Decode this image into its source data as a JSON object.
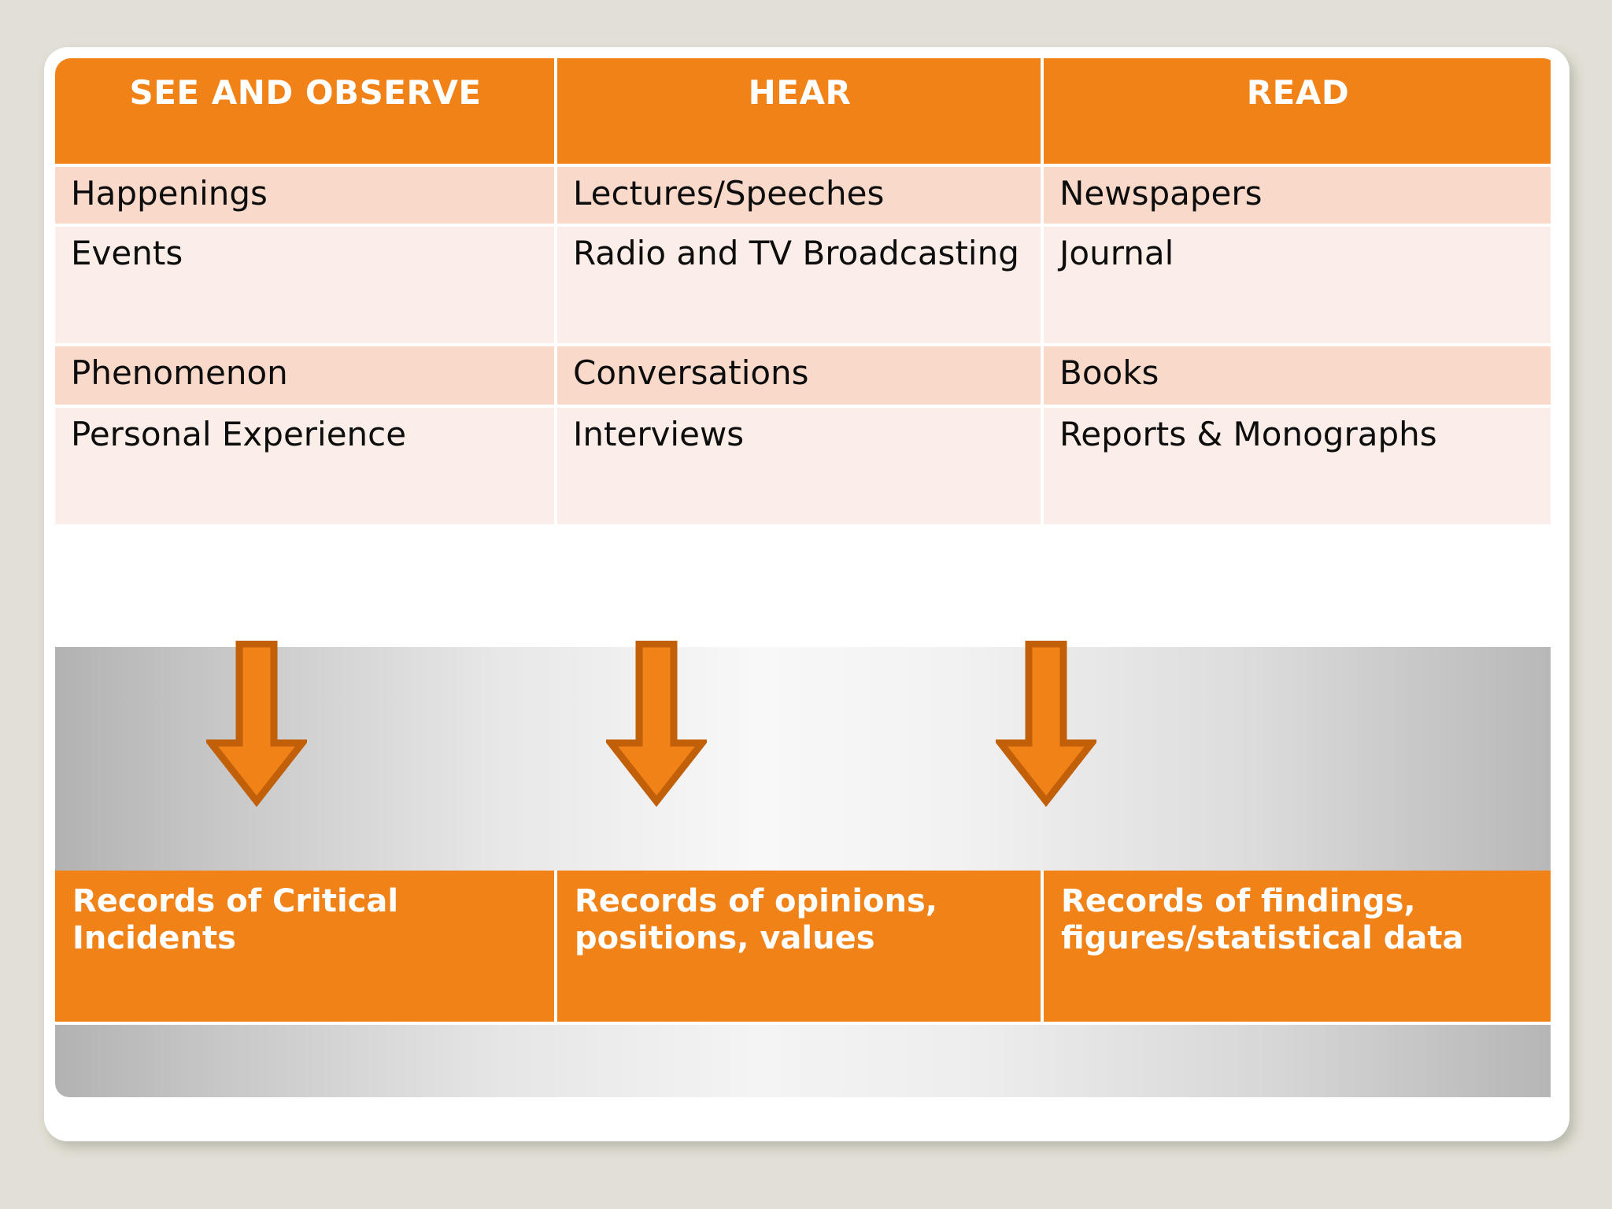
{
  "slide": {
    "background_color": "#e2e0d6",
    "card_color": "#ffffff",
    "accent_color": "#f08217",
    "row_color_odd": "#f8d9ca",
    "row_color_even": "#fbeee9",
    "arrow_fill": "#f08217",
    "arrow_border": "#c2600a"
  },
  "table": {
    "headers": [
      {
        "label": "SEE AND OBSERVE"
      },
      {
        "label": "HEAR"
      },
      {
        "label": "READ"
      }
    ],
    "rows": [
      {
        "see_and_observe": "Happenings",
        "hear": "Lectures/Speeches",
        "read": "Newspapers"
      },
      {
        "see_and_observe": "Events",
        "hear": "Radio and TV Broadcasting",
        "read": "Journal"
      },
      {
        "see_and_observe": "Phenomenon",
        "hear": "Conversations",
        "read": "Books"
      },
      {
        "see_and_observe": "Personal Experience",
        "hear": "Interviews",
        "read": "Reports & Monographs"
      }
    ]
  },
  "flow": {
    "arrows": [
      {
        "name": "arrow-see-and-observe",
        "direction": "down"
      },
      {
        "name": "arrow-hear",
        "direction": "down"
      },
      {
        "name": "arrow-read",
        "direction": "down"
      }
    ]
  },
  "conclusions": [
    {
      "label": "Records of Critical Incidents"
    },
    {
      "label": "Records of opinions, positions, values"
    },
    {
      "label": "Records of findings, figures/statistical data"
    }
  ]
}
